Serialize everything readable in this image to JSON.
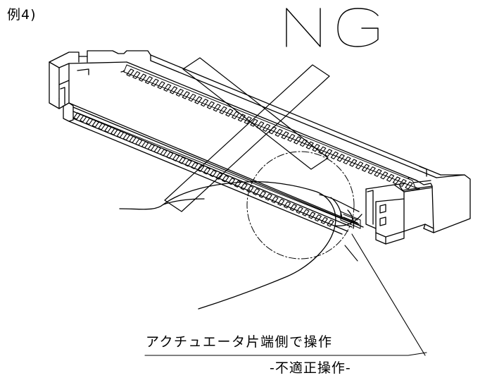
{
  "figure": {
    "example_label": "例4)",
    "verdict": "NG",
    "caption_main": "アクチュエータ片端側で操作",
    "caption_sub": "-不適正操作-",
    "line_color": "#000000",
    "background_color": "#ffffff"
  }
}
